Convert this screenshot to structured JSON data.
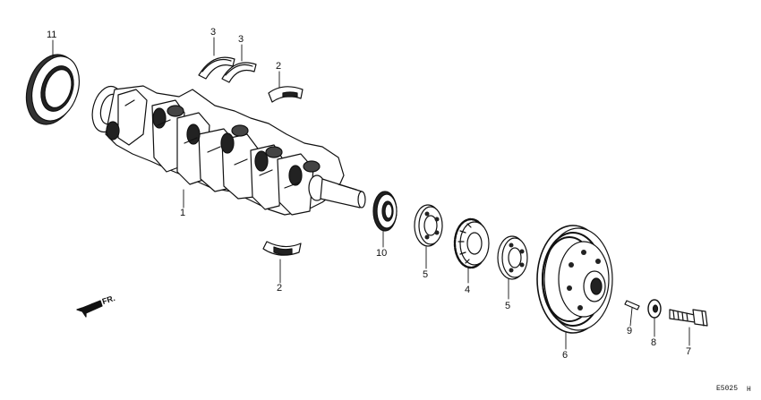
{
  "diagram": {
    "type": "exploded-parts-diagram",
    "direction_label": "FR.",
    "drawing_code": "E5025",
    "drawing_suffix": "H",
    "colors": {
      "ink": "#111111",
      "paper": "#ffffff"
    },
    "callouts": [
      {
        "id": "c11",
        "label": "11",
        "part": "rear oil seal"
      },
      {
        "id": "c3a",
        "label": "3",
        "part": "thrust washer"
      },
      {
        "id": "c3b",
        "label": "3",
        "part": "thrust washer"
      },
      {
        "id": "c2a",
        "label": "2",
        "part": "main bearing shell (upper)"
      },
      {
        "id": "c1",
        "label": "1",
        "part": "crankshaft"
      },
      {
        "id": "c2b",
        "label": "2",
        "part": "main bearing shell (lower)"
      },
      {
        "id": "c10",
        "label": "10",
        "part": "front oil seal"
      },
      {
        "id": "c5a",
        "label": "5",
        "part": "timing belt guide plate"
      },
      {
        "id": "c4",
        "label": "4",
        "part": "timing belt drive pulley"
      },
      {
        "id": "c5b",
        "label": "5",
        "part": "timing belt guide plate"
      },
      {
        "id": "c6",
        "label": "6",
        "part": "crankshaft pulley"
      },
      {
        "id": "c9",
        "label": "9",
        "part": "woodruff key"
      },
      {
        "id": "c8",
        "label": "8",
        "part": "washer"
      },
      {
        "id": "c7",
        "label": "7",
        "part": "pulley bolt"
      }
    ]
  }
}
